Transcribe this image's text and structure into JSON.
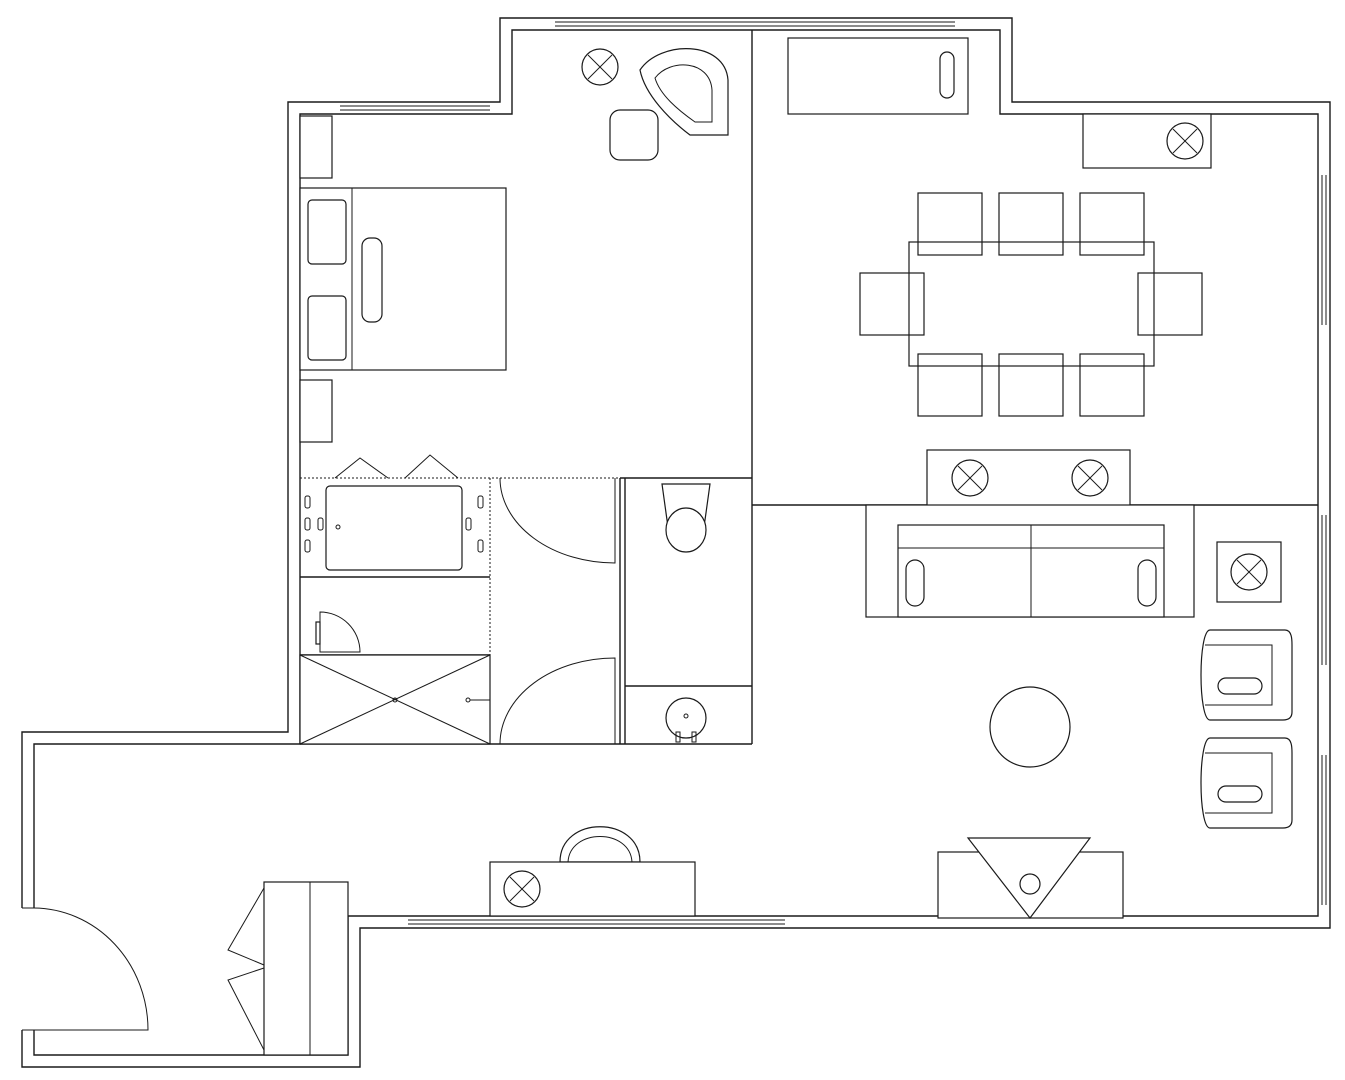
{
  "diagram": {
    "type": "floor-plan",
    "line_color": "#1a1a1a",
    "background": "#ffffff",
    "rooms": [
      "bedroom",
      "bathroom",
      "toilet",
      "dining-room",
      "living-room",
      "entry-hall"
    ]
  }
}
